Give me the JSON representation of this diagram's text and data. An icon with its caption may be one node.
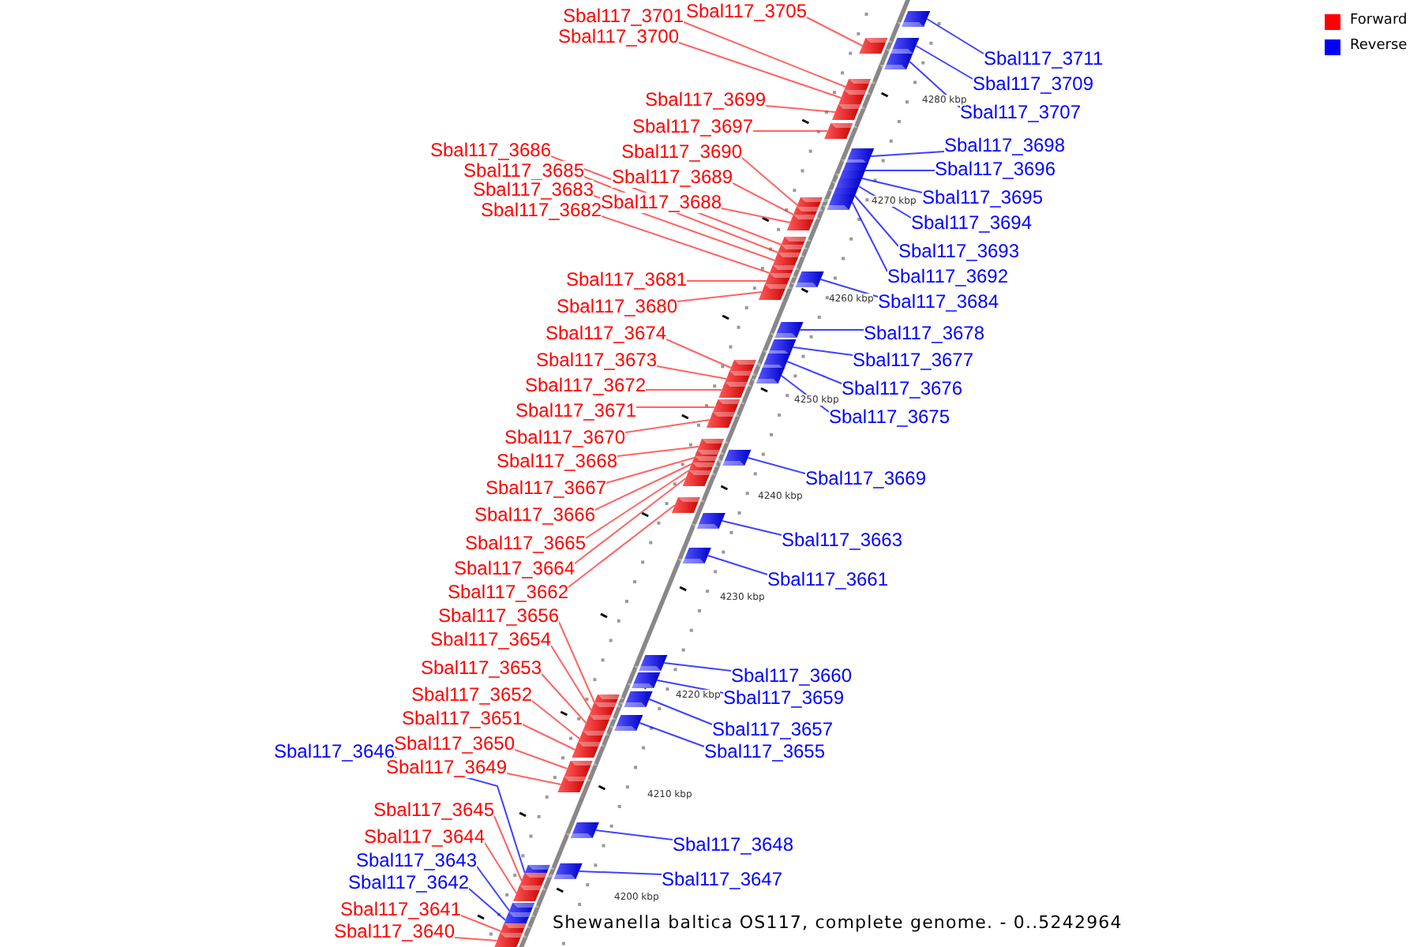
{
  "diagram": {
    "caption": "Shewanella baltica OS117, complete genome. - 0..5242964",
    "nodes": [
      {
        "text": [
          "Sbal117_3705"
        ]
      },
      {
        "text": [
          "Sbal117_3701"
        ]
      },
      {
        "text": [
          "Sbal117_3700"
        ]
      },
      {
        "text": [
          "Sbal117_3711"
        ]
      },
      {
        "text": [
          "Sbal117_3709"
        ]
      },
      {
        "text": [
          "Sbal117_3699"
        ]
      },
      {
        "text": [
          "Sbal117_3707"
        ]
      },
      {
        "text": [
          "Sbal117_3697"
        ]
      },
      {
        "text": [
          "Sbal117_3698"
        ]
      },
      {
        "text": [
          "Sbal117_3686"
        ]
      },
      {
        "text": [
          "Sbal117_3690"
        ]
      },
      {
        "text": [
          "Sbal117_3696"
        ]
      },
      {
        "text": [
          "Sbal117_3685"
        ]
      },
      {
        "text": [
          "Sbal117_3689"
        ]
      },
      {
        "text": [
          "Sbal117_3683"
        ]
      },
      {
        "text": [
          "Sbal117_3695"
        ]
      },
      {
        "text": [
          "Sbal117_3688"
        ]
      },
      {
        "text": [
          "Sbal117_3682"
        ]
      },
      {
        "text": [
          "Sbal117_3694"
        ]
      },
      {
        "text": [
          "Sbal117_3693"
        ]
      },
      {
        "text": [
          "Sbal117_3692"
        ]
      },
      {
        "text": [
          "Sbal117_3681"
        ]
      },
      {
        "text": [
          "Sbal117_3684"
        ]
      },
      {
        "text": [
          "Sbal117_3680"
        ]
      },
      {
        "text": [
          "Sbal117_3678"
        ]
      },
      {
        "text": [
          "Sbal117_3674"
        ]
      },
      {
        "text": [
          "Sbal117_3677"
        ]
      },
      {
        "text": [
          "Sbal117_3673"
        ]
      },
      {
        "text": [
          "Sbal117_3672"
        ]
      },
      {
        "text": [
          "Sbal117_3676"
        ]
      },
      {
        "text": [
          "Sbal117_3671"
        ]
      },
      {
        "text": [
          "Sbal117_3675"
        ]
      },
      {
        "text": [
          "Sbal117_3670"
        ]
      },
      {
        "text": [
          "Sbal117_3668"
        ]
      },
      {
        "text": [
          "Sbal117_3669"
        ]
      },
      {
        "text": [
          "Sbal117_3667"
        ]
      },
      {
        "text": [
          "Sbal117_3666"
        ]
      },
      {
        "text": [
          "Sbal117_3663"
        ]
      },
      {
        "text": [
          "Sbal117_3665"
        ]
      },
      {
        "text": [
          "Sbal117_3664"
        ]
      },
      {
        "text": [
          "Sbal117_3661"
        ]
      },
      {
        "text": [
          "Sbal117_3662"
        ]
      },
      {
        "text": [
          "Sbal117_3656"
        ]
      },
      {
        "text": [
          "Sbal117_3654"
        ]
      },
      {
        "text": [
          "Sbal117_3653"
        ]
      },
      {
        "text": [
          "Sbal117_3660"
        ]
      },
      {
        "text": [
          "Sbal117_3652"
        ]
      },
      {
        "text": [
          "Sbal117_3659"
        ]
      },
      {
        "text": [
          "Sbal117_3651"
        ]
      },
      {
        "text": [
          "Sbal117_3657"
        ]
      },
      {
        "text": [
          "Sbal117_3650"
        ]
      },
      {
        "text": [
          "Sbal117_3646"
        ]
      },
      {
        "text": [
          "Sbal117_3655"
        ]
      },
      {
        "text": [
          "Sbal117_3649"
        ]
      },
      {
        "text": [
          "Sbal117_3645"
        ]
      },
      {
        "text": [
          "Sbal117_3644"
        ]
      },
      {
        "text": [
          "Sbal117_3648"
        ]
      },
      {
        "text": [
          "Sbal117_3643"
        ]
      },
      {
        "text": [
          "Sbal117_3647"
        ]
      },
      {
        "text": [
          "Sbal117_3642"
        ]
      },
      {
        "text": [
          "Sbal117_3641"
        ]
      },
      {
        "text": [
          "Sbal117_3640"
        ]
      },
      {
        "text": [],
        "shape": "box"
      },
      {
        "text": [],
        "shape": "box"
      },
      {
        "text": [],
        "shape": "box"
      },
      {
        "text": [],
        "shape": "box"
      },
      {
        "text": [],
        "shape": "box"
      },
      {
        "text": [],
        "shape": "box"
      },
      {
        "text": [],
        "shape": "box"
      },
      {
        "text": [],
        "shape": "box"
      },
      {
        "text": [],
        "shape": "box"
      },
      {
        "text": [],
        "shape": "box"
      },
      {
        "text": [],
        "shape": "box"
      },
      {
        "text": [],
        "shape": "box"
      },
      {
        "text": [],
        "shape": "box"
      },
      {
        "text": [],
        "shape": "box"
      },
      {
        "text": [],
        "shape": "box"
      },
      {
        "text": [],
        "shape": "box"
      },
      {
        "text": [],
        "shape": "box"
      },
      {
        "text": [],
        "shape": "box"
      },
      {
        "text": [],
        "shape": "box"
      },
      {
        "text": [],
        "shape": "box"
      },
      {
        "text": [],
        "shape": "box"
      },
      {
        "text": [],
        "shape": "box"
      },
      {
        "text": [],
        "shape": "box"
      },
      {
        "text": [],
        "shape": "box"
      },
      {
        "text": [],
        "shape": "box"
      },
      {
        "text": [],
        "shape": "box"
      },
      {
        "text": [],
        "shape": "box"
      },
      {
        "text": [],
        "shape": "box"
      },
      {
        "text": [],
        "shape": "box"
      },
      {
        "text": [],
        "shape": "box"
      },
      {
        "text": [],
        "shape": "box"
      },
      {
        "text": [],
        "shape": "box"
      },
      {
        "text": [],
        "shape": "box"
      },
      {
        "text": [],
        "shape": "box"
      },
      {
        "text": [],
        "shape": "box"
      },
      {
        "text": [],
        "shape": "box"
      },
      {
        "text": [],
        "shape": "box"
      },
      {
        "text": [],
        "shape": "box"
      },
      {
        "text": [],
        "shape": "box"
      },
      {
        "text": [],
        "shape": "box"
      },
      {
        "text": [],
        "shape": "box"
      },
      {
        "text": [],
        "shape": "box"
      },
      {
        "text": [],
        "shape": "box"
      },
      {
        "text": [],
        "shape": "box"
      },
      {
        "text": [],
        "shape": "box"
      },
      {
        "text": [],
        "shape": "box"
      },
      {
        "text": [],
        "shape": "box"
      },
      {
        "text": [],
        "shape": "box"
      },
      {
        "text": [],
        "shape": "box"
      },
      {
        "text": [],
        "shape": "box"
      },
      {
        "text": [],
        "shape": "box"
      },
      {
        "text": [],
        "shape": "box"
      },
      {
        "text": [],
        "shape": "box"
      },
      {
        "text": [],
        "shape": "box"
      },
      {
        "text": [],
        "shape": "box"
      },
      {
        "text": [],
        "shape": "box"
      },
      {
        "text": [],
        "shape": "box"
      },
      {
        "text": [],
        "shape": "box"
      },
      {
        "text": [],
        "shape": "box"
      },
      {
        "text": [],
        "shape": "box"
      },
      {
        "text": [],
        "shape": "box"
      },
      {
        "text": [],
        "shape": "box"
      }
    ],
    "edges": [
      {
        "from": 0,
        "to": 62,
        "arrow": "none"
      },
      {
        "from": 1,
        "to": 63,
        "arrow": "none"
      },
      {
        "from": 2,
        "to": 64,
        "arrow": "none"
      },
      {
        "from": 3,
        "to": 65,
        "arrow": "none",
        "color": "#0000ff"
      },
      {
        "from": 4,
        "to": 66,
        "arrow": "none",
        "color": "#0000ff"
      },
      {
        "from": 5,
        "to": 67,
        "arrow": "none"
      },
      {
        "from": 6,
        "to": 68,
        "arrow": "none",
        "color": "#0000ff"
      },
      {
        "from": 7,
        "to": 69,
        "arrow": "none"
      },
      {
        "from": 8,
        "to": 70,
        "arrow": "none",
        "color": "#0000ff"
      },
      {
        "from": 9,
        "to": 71,
        "arrow": "none"
      },
      {
        "from": 10,
        "to": 72,
        "arrow": "none"
      },
      {
        "from": 11,
        "to": 73,
        "arrow": "none",
        "color": "#0000ff"
      },
      {
        "from": 12,
        "to": 74,
        "arrow": "none"
      },
      {
        "from": 13,
        "to": 75,
        "arrow": "none"
      },
      {
        "from": 14,
        "to": 76,
        "arrow": "none"
      },
      {
        "from": 15,
        "to": 77,
        "arrow": "none",
        "color": "#0000ff"
      },
      {
        "from": 16,
        "to": 78,
        "arrow": "none"
      },
      {
        "from": 17,
        "to": 79,
        "arrow": "none"
      },
      {
        "from": 18,
        "to": 80,
        "arrow": "none",
        "color": "#0000ff"
      },
      {
        "from": 19,
        "to": 81,
        "arrow": "none",
        "color": "#0000ff"
      },
      {
        "from": 20,
        "to": 82,
        "arrow": "none",
        "color": "#0000ff"
      },
      {
        "from": 21,
        "to": 83,
        "arrow": "none"
      },
      {
        "from": 22,
        "to": 84,
        "arrow": "none",
        "color": "#0000ff"
      },
      {
        "from": 23,
        "to": 85,
        "arrow": "none"
      },
      {
        "from": 24,
        "to": 86,
        "arrow": "none",
        "color": "#0000ff"
      },
      {
        "from": 25,
        "to": 87,
        "arrow": "none"
      },
      {
        "from": 26,
        "to": 88,
        "arrow": "none",
        "color": "#0000ff"
      },
      {
        "from": 27,
        "to": 89,
        "arrow": "none"
      },
      {
        "from": 28,
        "to": 90,
        "arrow": "none"
      },
      {
        "from": 29,
        "to": 91,
        "arrow": "none",
        "color": "#0000ff"
      },
      {
        "from": 30,
        "to": 92,
        "arrow": "none"
      },
      {
        "from": 31,
        "to": 93,
        "arrow": "none",
        "color": "#0000ff"
      },
      {
        "from": 32,
        "to": 94,
        "arrow": "none"
      },
      {
        "from": 33,
        "to": 95,
        "arrow": "none"
      },
      {
        "from": 34,
        "to": 96,
        "arrow": "none",
        "color": "#0000ff"
      },
      {
        "from": 35,
        "to": 97,
        "arrow": "none"
      },
      {
        "from": 36,
        "to": 98,
        "arrow": "none"
      },
      {
        "from": 37,
        "to": 99,
        "arrow": "none",
        "color": "#0000ff"
      },
      {
        "from": 38,
        "to": 100,
        "arrow": "none"
      },
      {
        "from": 39,
        "to": 101,
        "arrow": "none"
      },
      {
        "from": 40,
        "to": 102,
        "arrow": "none",
        "color": "#0000ff"
      },
      {
        "from": 41,
        "to": 103,
        "arrow": "none"
      },
      {
        "from": 42,
        "to": 104,
        "arrow": "none"
      },
      {
        "from": 43,
        "to": 105,
        "arrow": "none"
      },
      {
        "from": 44,
        "to": 106,
        "arrow": "none"
      },
      {
        "from": 45,
        "to": 107,
        "arrow": "none",
        "color": "#0000ff"
      },
      {
        "from": 46,
        "to": 108,
        "arrow": "none"
      },
      {
        "from": 47,
        "to": 109,
        "arrow": "none",
        "color": "#0000ff"
      },
      {
        "from": 48,
        "to": 110,
        "arrow": "none"
      },
      {
        "from": 49,
        "to": 111,
        "arrow": "none",
        "color": "#0000ff"
      },
      {
        "from": 50,
        "to": 112,
        "arrow": "none"
      },
      {
        "from": 51,
        "to": 113,
        "arrow": "none",
        "color": "#0000ff"
      },
      {
        "from": 52,
        "to": 114,
        "arrow": "none",
        "color": "#0000ff"
      },
      {
        "from": 53,
        "to": 115,
        "arrow": "none"
      },
      {
        "from": 54,
        "to": 116,
        "arrow": "none"
      },
      {
        "from": 55,
        "to": 117,
        "arrow": "none"
      },
      {
        "from": 56,
        "to": 118,
        "arrow": "none",
        "color": "#0000ff"
      },
      {
        "from": 57,
        "to": 119,
        "arrow": "none",
        "color": "#0000ff"
      },
      {
        "from": 58,
        "to": 120,
        "arrow": "none",
        "color": "#0000ff"
      },
      {
        "from": 59,
        "to": 121,
        "arrow": "none",
        "color": "#0000ff"
      },
      {
        "from": 60,
        "to": 122,
        "arrow": "none"
      },
      {
        "from": 61,
        "to": 123,
        "arrow": "none"
      }
    ],
    "labels": [
      "4280 kbp",
      "4270 kbp",
      "4260 kbp",
      "4250 kbp",
      "4240 kbp",
      "4230 kbp",
      "4220 kbp",
      "4210 kbp",
      "4200 kbp"
    ],
    "legend": [
      {
        "text": "Forward",
        "color": "#ff0000"
      },
      {
        "text": "Reverse",
        "color": "#0000ff"
      }
    ]
  }
}
